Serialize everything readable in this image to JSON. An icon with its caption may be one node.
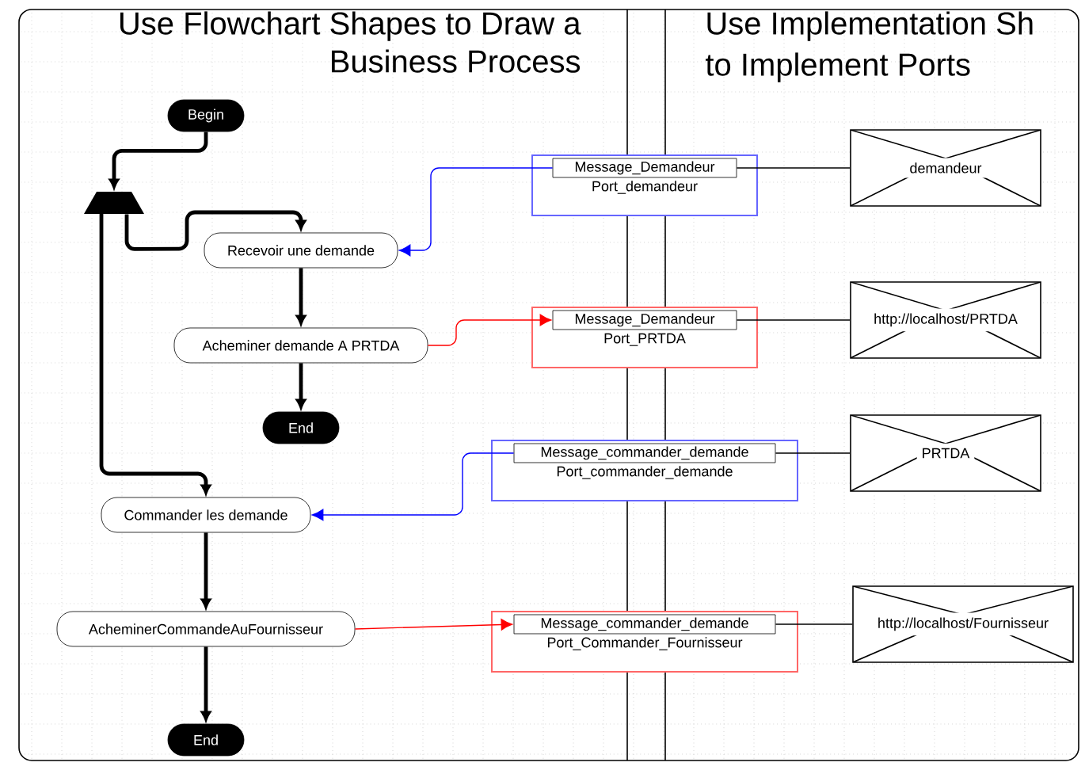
{
  "diagram": {
    "nodes": [
      {
        "text": [
          "Begin"
        ]
      },
      {
        "text": [],
        "shape": "trapezoid"
      },
      {
        "text": [
          "Recevoir une demande"
        ]
      },
      {
        "text": [
          "Acheminer demande A PRTDA"
        ]
      },
      {
        "text": [
          "End"
        ]
      },
      {
        "text": [
          "Commander les demande"
        ]
      },
      {
        "text": [
          "AcheminerCommandeAuFournisseur"
        ]
      },
      {
        "text": [
          "End"
        ]
      },
      {
        "text": [
          "Port_demandeur"
        ]
      },
      {
        "text": [
          "Message_Demandeur"
        ],
        "in": 8
      },
      {
        "text": [
          "Port_PRTDA"
        ]
      },
      {
        "text": [
          "Message_Demandeur"
        ],
        "in": 10
      },
      {
        "text": [
          "Port_commander_demande"
        ]
      },
      {
        "text": [
          "Message_commander_demande"
        ],
        "in": 12
      },
      {
        "text": [
          "Port_Commander_Fournisseur"
        ]
      },
      {
        "text": [
          "Message_commander_demande"
        ],
        "in": 14
      },
      {
        "text": [
          "demandeur"
        ]
      },
      {
        "text": [
          "http://localhost/PRTDA"
        ]
      },
      {
        "text": [
          "PRTDA"
        ]
      },
      {
        "text": [
          "http://localhost/Fournisseur"
        ]
      }
    ],
    "edges": [
      {
        "from": 0,
        "to": 1,
        "arrow": "to",
        "style": "thick"
      },
      {
        "from": 1,
        "to": 2,
        "arrow": "to",
        "style": "thick"
      },
      {
        "from": 2,
        "to": 3,
        "arrow": "to",
        "style": "thick"
      },
      {
        "from": 3,
        "to": 4,
        "arrow": "to",
        "style": "thick"
      },
      {
        "from": 1,
        "to": 5,
        "arrow": "to",
        "style": "thick"
      },
      {
        "from": 5,
        "to": 6,
        "arrow": "to",
        "style": "thick"
      },
      {
        "from": 6,
        "to": 7,
        "arrow": "to",
        "style": "thick"
      },
      {
        "from": 9,
        "to": 2,
        "arrow": "to",
        "color": "#0000ff"
      },
      {
        "from": 3,
        "to": 11,
        "arrow": "to",
        "color": "#ff0000"
      },
      {
        "from": 13,
        "to": 5,
        "arrow": "to",
        "color": "#0000ff"
      },
      {
        "from": 6,
        "to": 15,
        "arrow": "to",
        "color": "#ff0000"
      },
      {
        "from": 9,
        "to": 16,
        "arrow": "none"
      },
      {
        "from": 11,
        "to": 17,
        "arrow": "none"
      },
      {
        "from": 13,
        "to": 18,
        "arrow": "none"
      },
      {
        "from": 15,
        "to": 19,
        "arrow": "none"
      }
    ],
    "labels": [
      "Use Flowchart Shapes to Draw a Business Process",
      "Use Implementation Sh",
      "to Implement Ports"
    ]
  }
}
